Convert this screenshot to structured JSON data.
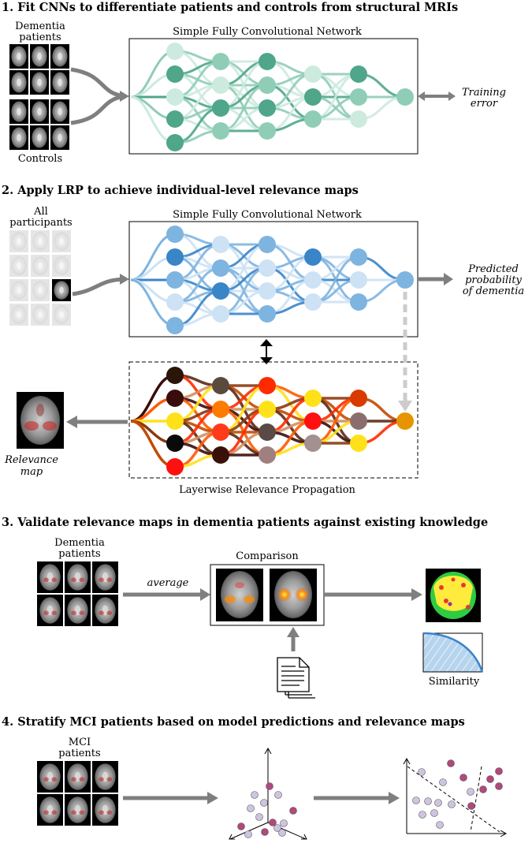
{
  "sections": [
    {
      "number": "1.",
      "title": "Fit CNNs to differentiate patients and controls from structural MRIs"
    },
    {
      "number": "2.",
      "title": "Apply LRP to achieve individual-level relevance maps"
    },
    {
      "number": "3.",
      "title": "Validate relevance maps in dementia patients against existing knowledge"
    },
    {
      "number": "4.",
      "title": "Stratify MCI patients based on model predictions and relevance maps"
    }
  ],
  "s1": {
    "group_a_line1": "Dementia",
    "group_a_line2": "patients",
    "group_b": "Controls",
    "network_title": "Simple Fully Convolutional Network",
    "output_line1": "Training",
    "output_line2": "error",
    "palette": {
      "dark": "#4fa68a",
      "mid": "#8fcdb6",
      "light": "#cdeadf"
    }
  },
  "s2": {
    "input_line1": "All",
    "input_line2": "participants",
    "network_title": "Simple Fully Convolutional Network",
    "output_line1": "Predicted",
    "output_line2": "probability",
    "output_line3": "of dementia",
    "lrp_title": "Layerwise Relevance Propagation",
    "relevance_line1": "Relevance",
    "relevance_line2": "map",
    "palette": {
      "dark": "#3a85c8",
      "mid": "#7eb4e0",
      "light": "#cde2f4"
    }
  },
  "s3": {
    "input_line1": "Dementia",
    "input_line2": "patients",
    "average_label": "average",
    "comparison_label": "Comparison",
    "similarity_label": "Similarity"
  },
  "s4": {
    "input_line1": "MCI",
    "input_line2": "patients"
  }
}
